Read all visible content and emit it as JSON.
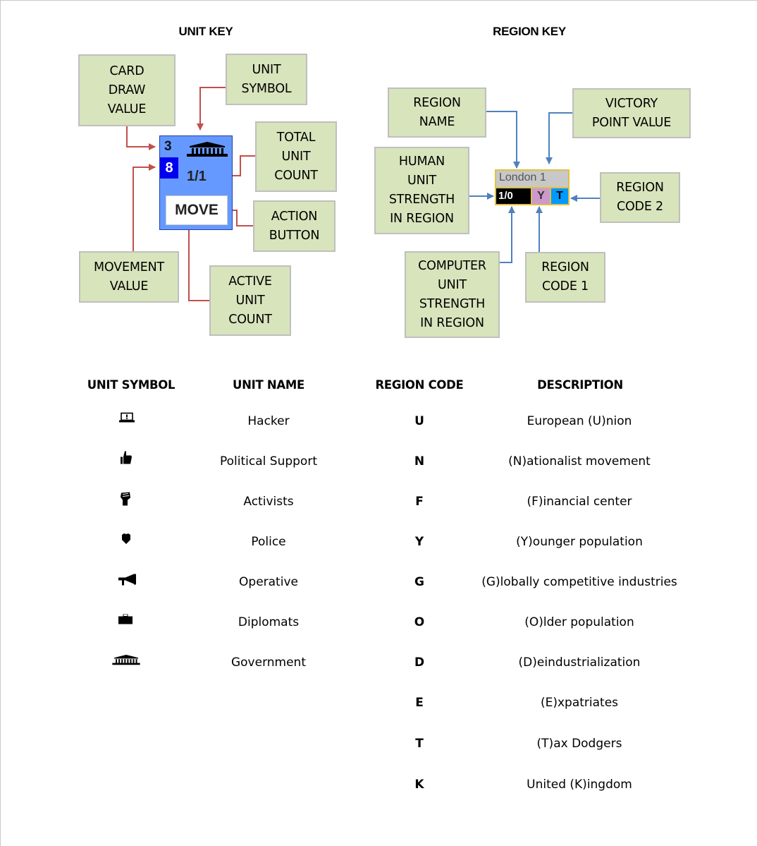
{
  "unit_key": {
    "title": "UNIT KEY",
    "callouts": {
      "card_draw_value": "CARD\nDRAW\nVALUE",
      "unit_symbol": "UNIT\nSYMBOL",
      "total_unit_count": "TOTAL\nUNIT\nCOUNT",
      "action_button": "ACTION\nBUTTON",
      "movement_value": "MOVEMENT\nVALUE",
      "active_unit_count": "ACTIVE\nUNIT\nCOUNT"
    },
    "card": {
      "card_draw_value": "3",
      "movement_value": "8",
      "unit_symbol": "government-icon",
      "unit_count": "1/1",
      "action_label": "MOVE",
      "colors": {
        "card_bg": "#6699ff",
        "movement_bg": "#0000ee",
        "arrow": "#c0504d"
      }
    }
  },
  "region_key": {
    "title": "REGION KEY",
    "callouts": {
      "region_name": "REGION\nNAME",
      "victory_point_value": "VICTORY\nPOINT VALUE",
      "human_unit_strength": "HUMAN\nUNIT\nSTRENGTH\nIN REGION",
      "region_code_2": "REGION\nCODE 2",
      "computer_unit_strength": "COMPUTER\nUNIT\nSTRENGTH\nIN REGION",
      "region_code_1": "REGION\nCODE 1"
    },
    "card": {
      "region_name": "London 1",
      "unit_strength": "1/0",
      "region_code_1": "Y",
      "region_code_2": "T",
      "colors": {
        "code1_bg": "#cc99cc",
        "code2_bg": "#0099ff",
        "border": "#e0c040",
        "arrow": "#4f81bd"
      }
    }
  },
  "unit_table": {
    "headers": [
      "UNIT SYMBOL",
      "UNIT NAME"
    ],
    "rows": [
      {
        "icon": "hacker-laptop-icon",
        "name": "Hacker"
      },
      {
        "icon": "thumbs-up-icon",
        "name": "Political Support"
      },
      {
        "icon": "raised-fist-icon",
        "name": "Activists"
      },
      {
        "icon": "police-badge-icon",
        "name": "Police"
      },
      {
        "icon": "megaphone-icon",
        "name": "Operative"
      },
      {
        "icon": "briefcase-icon",
        "name": "Diplomats"
      },
      {
        "icon": "government-building-icon",
        "name": "Government"
      }
    ]
  },
  "region_table": {
    "headers": [
      "REGION CODE",
      "DESCRIPTION"
    ],
    "rows": [
      {
        "code": "U",
        "description": "European (U)nion"
      },
      {
        "code": "N",
        "description": "(N)ationalist movement"
      },
      {
        "code": "F",
        "description": "(F)inancial center"
      },
      {
        "code": "Y",
        "description": "(Y)ounger population"
      },
      {
        "code": "G",
        "description": "(G)lobally competitive industries"
      },
      {
        "code": "O",
        "description": "(O)lder population"
      },
      {
        "code": "D",
        "description": "(D)eindustrialization"
      },
      {
        "code": "E",
        "description": "(E)xpatriates"
      },
      {
        "code": "T",
        "description": "(T)ax Dodgers"
      },
      {
        "code": "K",
        "description": "United (K)ingdom"
      }
    ]
  }
}
